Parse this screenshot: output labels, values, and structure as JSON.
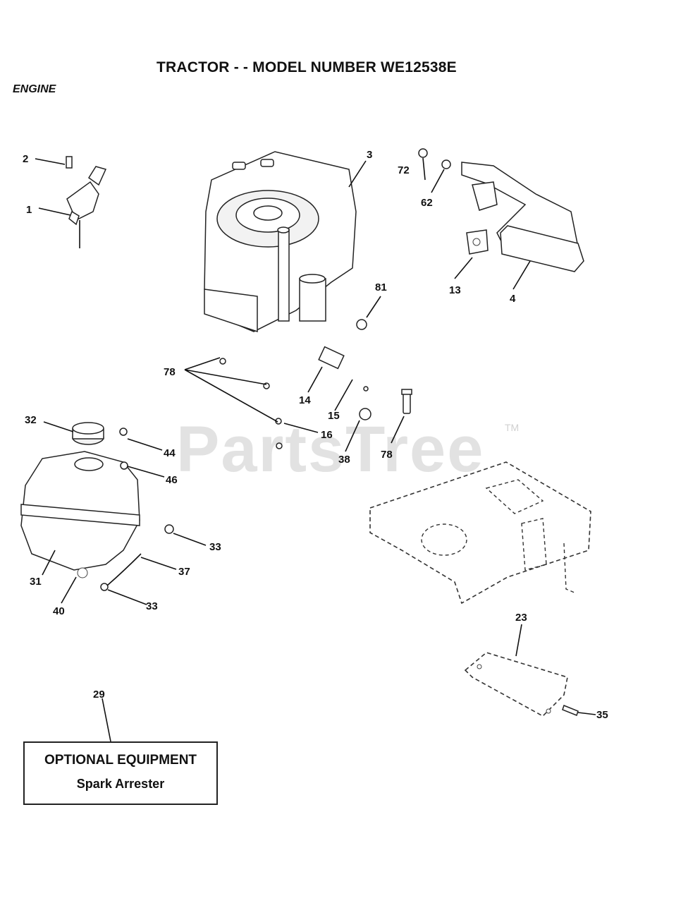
{
  "header": {
    "title": "TRACTOR - - MODEL NUMBER WE12538E",
    "section": "ENGINE"
  },
  "watermark": {
    "text": "PartsTree",
    "tm": "TM"
  },
  "callouts": {
    "c1": "1",
    "c2": "2",
    "c3": "3",
    "c4": "4",
    "c13": "13",
    "c14": "14",
    "c15": "15",
    "c16": "16",
    "c23": "23",
    "c29": "29",
    "c31": "31",
    "c32": "32",
    "c33a": "33",
    "c33b": "33",
    "c35": "35",
    "c37": "37",
    "c38": "38",
    "c40": "40",
    "c44": "44",
    "c46": "46",
    "c62": "62",
    "c72": "72",
    "c78a": "78",
    "c78b": "78",
    "c81": "81"
  },
  "optional": {
    "title": "OPTIONAL EQUIPMENT",
    "item": "Spark Arrester"
  }
}
